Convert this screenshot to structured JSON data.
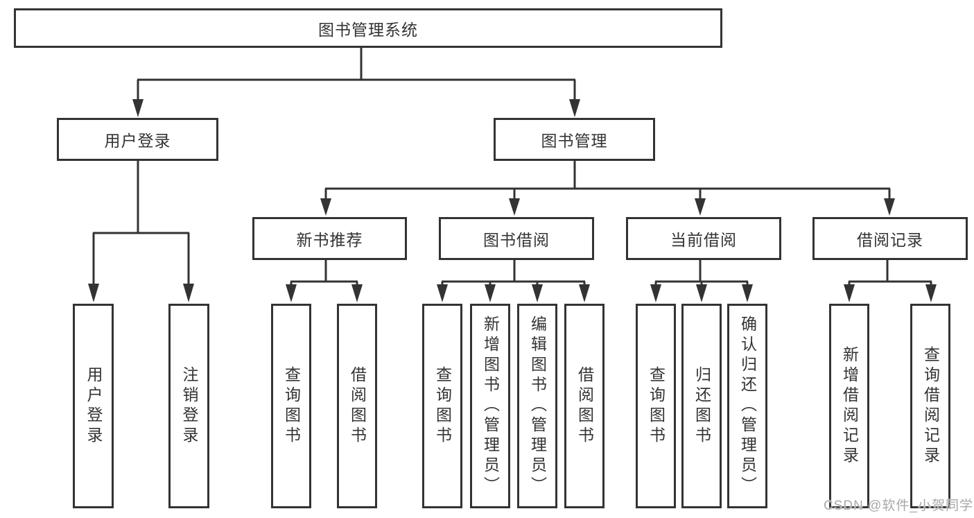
{
  "diagram_type": "function-structure-tree",
  "tree": {
    "root": {
      "label": "图书管理系统"
    },
    "level2": [
      {
        "label": "用户登录"
      },
      {
        "label": "图书管理"
      }
    ],
    "level3": [
      {
        "label": "新书推荐"
      },
      {
        "label": "图书借阅"
      },
      {
        "label": "当前借阅"
      },
      {
        "label": "借阅记录"
      }
    ],
    "leaves": {
      "user_login": [
        {
          "label": "用户登录"
        },
        {
          "label": "注销登录"
        }
      ],
      "new_books": [
        {
          "label": "查询图书"
        },
        {
          "label": "借阅图书"
        }
      ],
      "book_borrow": [
        {
          "label": "查询图书"
        },
        {
          "label": "新增图书（管理员）"
        },
        {
          "label": "编辑图书（管理员）"
        },
        {
          "label": "借阅图书"
        }
      ],
      "current_borrow": [
        {
          "label": "查询图书"
        },
        {
          "label": "归还图书"
        },
        {
          "label": "确认归还（管理员）"
        }
      ],
      "borrow_records": [
        {
          "label": "新增借阅记录"
        },
        {
          "label": "查询借阅记录"
        }
      ]
    }
  },
  "watermark": "CSDN @软件_小贺同学",
  "colors": {
    "line": "#333333",
    "text": "#333333",
    "background": "#ffffff",
    "watermark": "#a8a8a8"
  }
}
